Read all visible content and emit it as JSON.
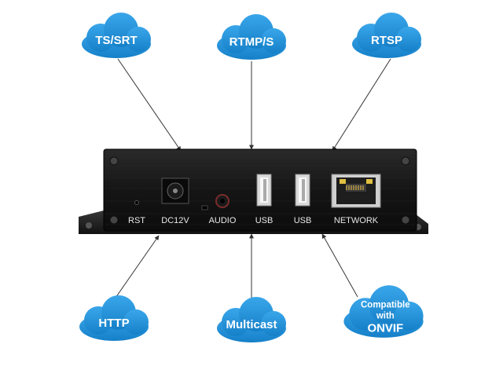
{
  "protocols_top": [
    "TS/SRT",
    "RTMP/S",
    "RTSP"
  ],
  "protocols_bottom": [
    "HTTP",
    "Multicast"
  ],
  "compat": {
    "line1": "Compatible",
    "line2": "with",
    "line3": "ONVIF"
  },
  "ports": {
    "rst": "RST",
    "dc": "DC12V",
    "audio": "AUDIO",
    "usb1": "USB",
    "usb2": "USB",
    "network": "NETWORK"
  },
  "colors": {
    "cloud": "#1e8fd6",
    "cloud_light": "#3aa6ea",
    "device": "#1b1b1b",
    "leader": "#333333"
  }
}
